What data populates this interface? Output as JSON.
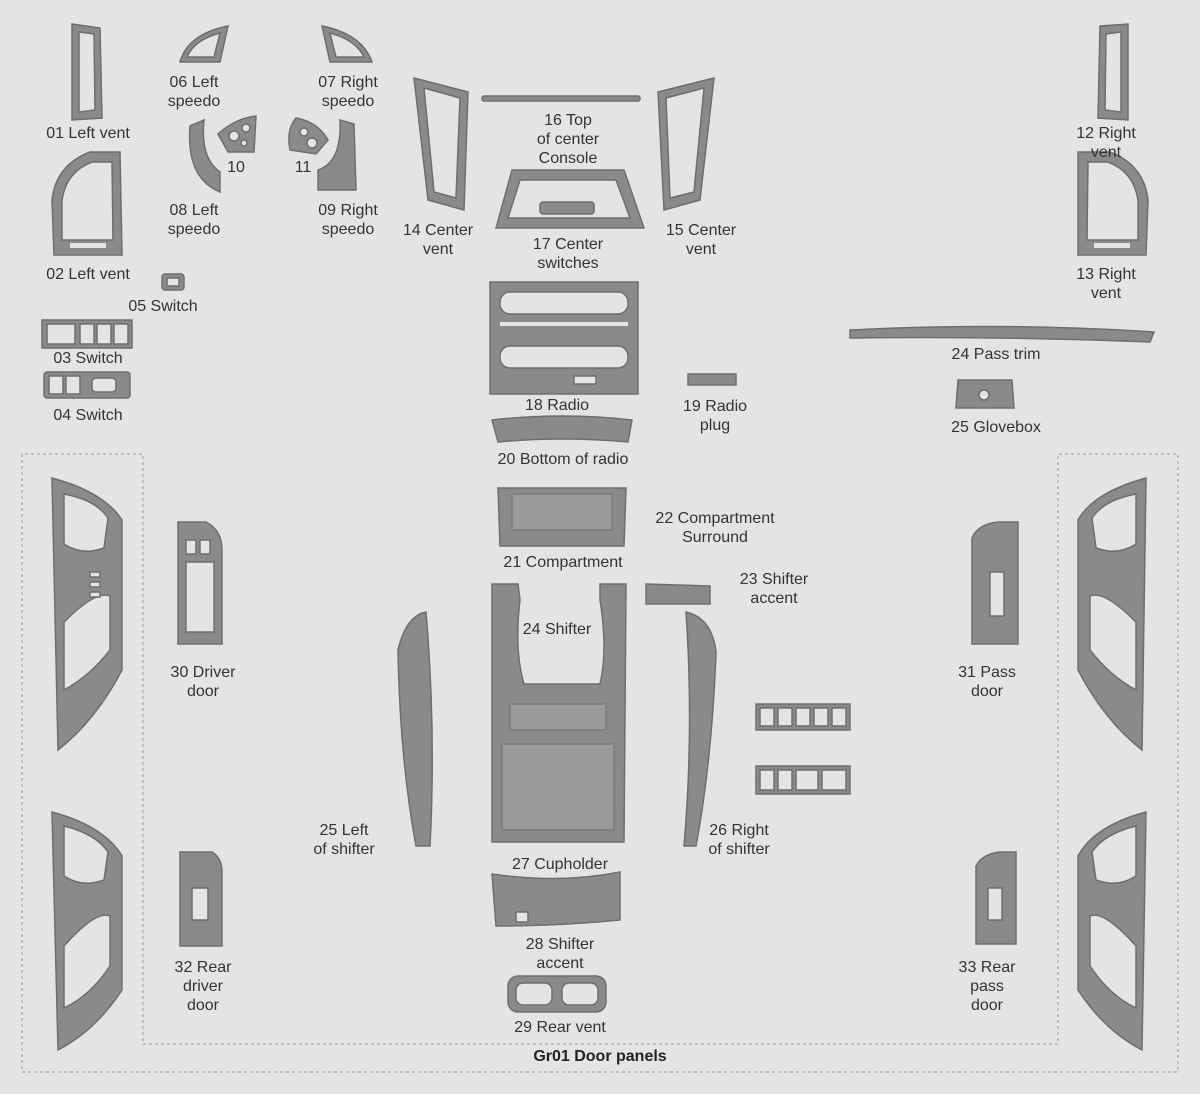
{
  "colors": {
    "background": "#e4e4e4",
    "part": "#8a8a8a",
    "outline": "#6e6e6e",
    "inner": "#e4e4e4",
    "text": "#333333"
  },
  "title": "Gr01 Door panels",
  "labels": {
    "p01": "01 Left vent",
    "p02": "02 Left vent",
    "p03": "03 Switch",
    "p04": "04 Switch",
    "p05": "05 Switch",
    "p06": "06 Left\nspeedo",
    "p07": "07 Right\nspeedo",
    "p08": "08 Left\nspeedo",
    "p09": "09 Right\nspeedo",
    "p10": "10",
    "p11": "11",
    "p12": "12 Right vent",
    "p13": "13 Right  vent",
    "p14": "14 Center\nvent",
    "p15": "15 Center\nvent",
    "p16": "16 Top\nof center\nConsole",
    "p17": "17 Center\nswitches",
    "p18": "18 Radio",
    "p19": "19 Radio\nplug",
    "p20": "20 Bottom of radio",
    "p21": "21 Compartment",
    "p22": "22 Compartment\nSurround",
    "p23": "23 Shifter\naccent",
    "p24a": "24 Shifter",
    "p24b": "24 Pass trim",
    "p25a": "25 Left\nof shifter",
    "p25b": "25 Glovebox",
    "p26": "26 Right\nof shifter",
    "p27": "27 Cupholder",
    "p28": "28 Shifter\naccent",
    "p29": "29 Rear vent",
    "p30": "30 Driver\ndoor",
    "p31": "31 Pass\ndoor",
    "p32": "32 Rear\ndriver\ndoor",
    "p33": "33 Rear\npass\ndoor"
  }
}
